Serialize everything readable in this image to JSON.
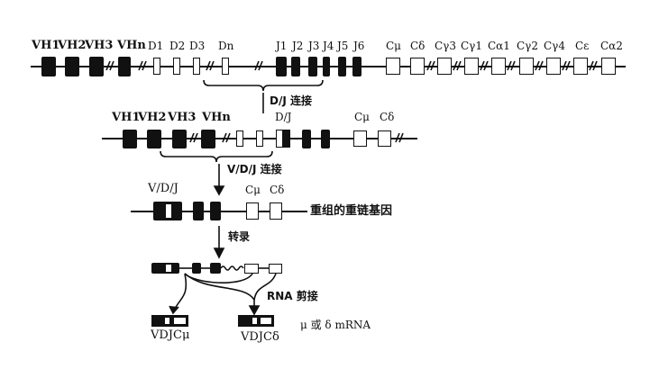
{
  "germline": {
    "v_labels": [
      "VH1",
      "VH2",
      "VH3",
      "VHn"
    ],
    "d_labels": [
      "D1",
      "D2",
      "D3",
      "Dn"
    ],
    "j_labels": [
      "J1",
      "J2",
      "J3",
      "J4",
      "J5",
      "J6"
    ],
    "c_labels": [
      "Cμ",
      "Cδ",
      "Cγ3",
      "Cγ1",
      "Cα1",
      "Cγ2",
      "Cγ4",
      "Cε",
      "Cα2"
    ]
  },
  "step1": {
    "label": "D/J 连接"
  },
  "dj_rearranged": {
    "v_labels": [
      "VH1",
      "VH2",
      "VH3",
      "VHn"
    ],
    "dj_label": "D/J",
    "c_labels": [
      "Cμ",
      "Cδ"
    ]
  },
  "step2": {
    "label": "V/D/J 连接"
  },
  "vdj_rearranged": {
    "vdj_label": "V/D/J",
    "c_labels": [
      "Cμ",
      "Cδ"
    ],
    "gene_label": "重组的重链基因"
  },
  "step3": {
    "label": "转录"
  },
  "splicing": {
    "label": "RNA 剪接"
  },
  "mrna": {
    "left_label": "VDJCμ",
    "right_label": "VDJCδ",
    "note": "μ 或 δ mRNA"
  }
}
